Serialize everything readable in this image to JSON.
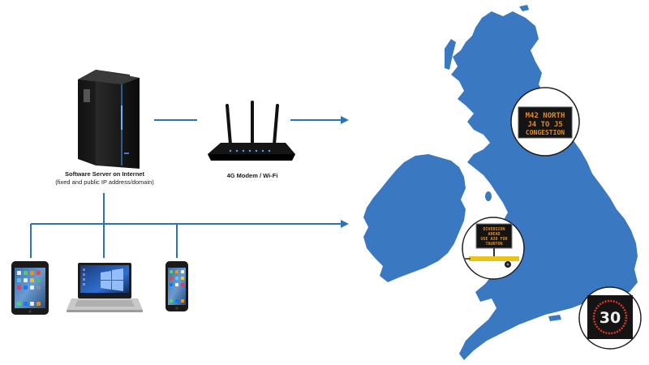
{
  "server": {
    "title": "Software Server on Internet",
    "subtitle": "(fixed and public IP address/domain)"
  },
  "modem": {
    "label": "4G Modem / Wi-Fi"
  },
  "signs": {
    "vms": {
      "line1": "M42 NORTH",
      "line2": "J4 TO J5",
      "line3": "CONGESTION"
    },
    "trailer": {
      "line1": "DIVERSION",
      "line2": "AHEAD",
      "line3": "USE A38 FOR",
      "line4": "TAUNTON"
    },
    "speed": {
      "value": "30"
    }
  },
  "colors": {
    "map_blue": "#3a78c2",
    "connector_blue": "#2c73b8"
  },
  "icons": [
    "server-icon",
    "router-icon",
    "tablet-icon",
    "laptop-icon",
    "smartphone-icon"
  ]
}
